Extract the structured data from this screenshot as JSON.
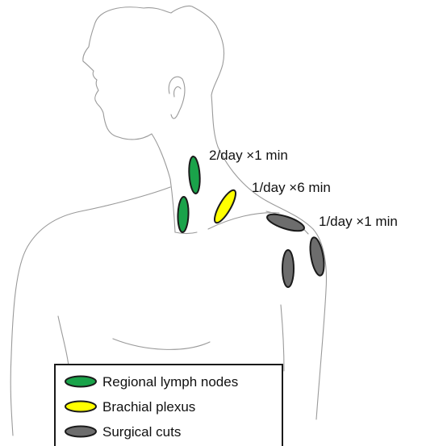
{
  "annotations": {
    "neck": "2/day ×1 min",
    "shoulder": "1/day ×6 min",
    "arm": "1/day ×1 min"
  },
  "legend": [
    {
      "label": "Regional lymph nodes",
      "color": "#1aa34a"
    },
    {
      "label": "Brachial plexus",
      "color": "#ffff00"
    },
    {
      "label": "Surgical cuts",
      "color": "#6d6d6d"
    }
  ],
  "colors": {
    "lymph": "#1aa34a",
    "plexus": "#ffff00",
    "cuts": "#6d6d6d",
    "outline": "#9a9a9a"
  }
}
